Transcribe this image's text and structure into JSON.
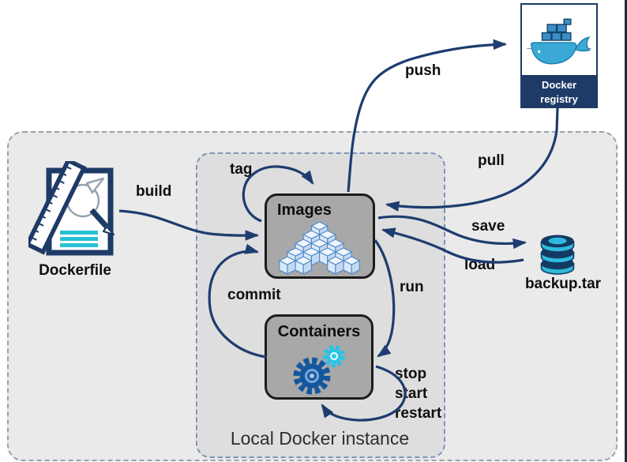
{
  "zones": {
    "local": {
      "label": "Local Docker instance"
    }
  },
  "nodes": {
    "dockerfile": {
      "label": "Dockerfile",
      "icon": "dockerfile-document-icon"
    },
    "images": {
      "label": "Images",
      "icon": "image-layer-cubes-icon"
    },
    "containers": {
      "label": "Containers",
      "icon": "gears-icon"
    },
    "registry": {
      "label_line1": "Docker",
      "label_line2": "registry",
      "icon": "docker-whale-icon"
    },
    "backup": {
      "label": "backup.tar",
      "icon": "database-cylinder-icon"
    }
  },
  "edges": {
    "build": {
      "label": "build"
    },
    "tag": {
      "label": "tag"
    },
    "push": {
      "label": "push"
    },
    "pull": {
      "label": "pull"
    },
    "save": {
      "label": "save"
    },
    "load": {
      "label": "load"
    },
    "run": {
      "label": "run"
    },
    "commit": {
      "label": "commit"
    },
    "lifecycle": {
      "lines": [
        "stop",
        "start",
        "restart"
      ]
    }
  },
  "colors": {
    "arrow": "#1e3c6f",
    "navy": "#1e3a67",
    "cyan": "#2bbcd9",
    "node_fill": "#a8a8a8",
    "outer_zone_fill": "#eaeaea",
    "inner_zone_fill": "#dedede"
  }
}
